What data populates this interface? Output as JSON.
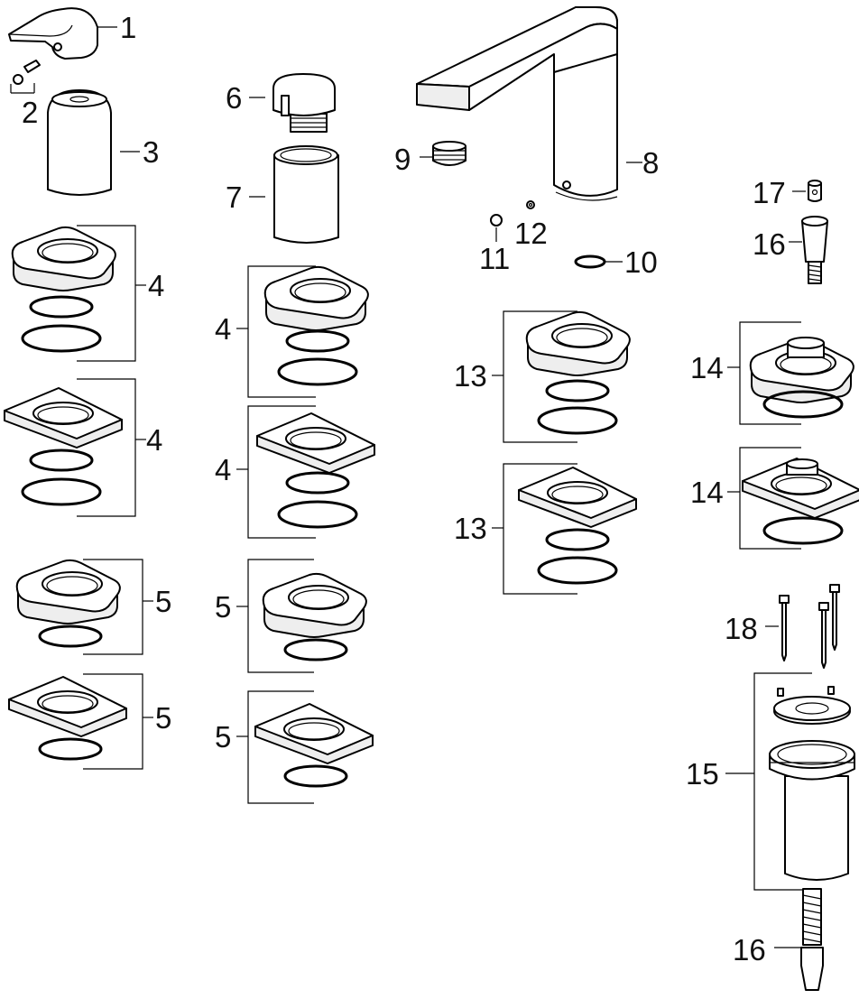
{
  "labels": {
    "p1": "1",
    "p2": "2",
    "p3": "3",
    "p4a": "4",
    "p4b": "4",
    "p4c": "4",
    "p4d": "4",
    "p5a": "5",
    "p5b": "5",
    "p5c": "5",
    "p5d": "5",
    "p6": "6",
    "p7": "7",
    "p8": "8",
    "p9": "9",
    "p10": "10",
    "p11": "11",
    "p12": "12",
    "p13a": "13",
    "p13b": "13",
    "p14a": "14",
    "p14b": "14",
    "p15": "15",
    "p16a": "16",
    "p16b": "16",
    "p17": "17",
    "p18": "18"
  },
  "colors": {
    "line": "#000000",
    "fill": "#ffffff",
    "shade": "#eeeeee",
    "text": "#111111"
  }
}
